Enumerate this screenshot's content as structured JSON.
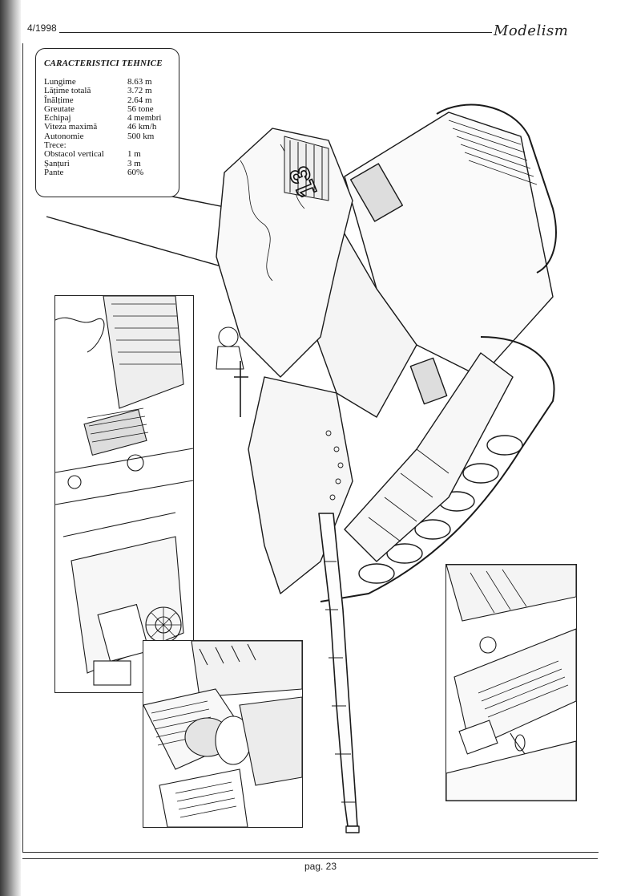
{
  "header": {
    "issue": "4/1998",
    "magazine": "Modelism"
  },
  "specs": {
    "title": "CARACTERISTICI TEHNICE",
    "rows": [
      {
        "label": "Lungime",
        "value": "8.63 m"
      },
      {
        "label": "Lățime totală",
        "value": "3.72 m"
      },
      {
        "label": "Înălțime",
        "value": "2.64 m"
      },
      {
        "label": "Greutate",
        "value": "56 tone"
      },
      {
        "label": "Echipaj",
        "value": "4 membri"
      },
      {
        "label": "Viteza maximă",
        "value": "46 km/h"
      },
      {
        "label": "Autonomie",
        "value": "500 km"
      },
      {
        "label": "Trece:",
        "value": ""
      },
      {
        "label": "Obstacol vertical",
        "value": "1 m"
      },
      {
        "label": "Șanțuri",
        "value": "3 m"
      },
      {
        "label": "Pante",
        "value": "60%"
      }
    ]
  },
  "drawing": {
    "turret_marking": "13"
  },
  "footer": {
    "page": "pag. 23"
  }
}
